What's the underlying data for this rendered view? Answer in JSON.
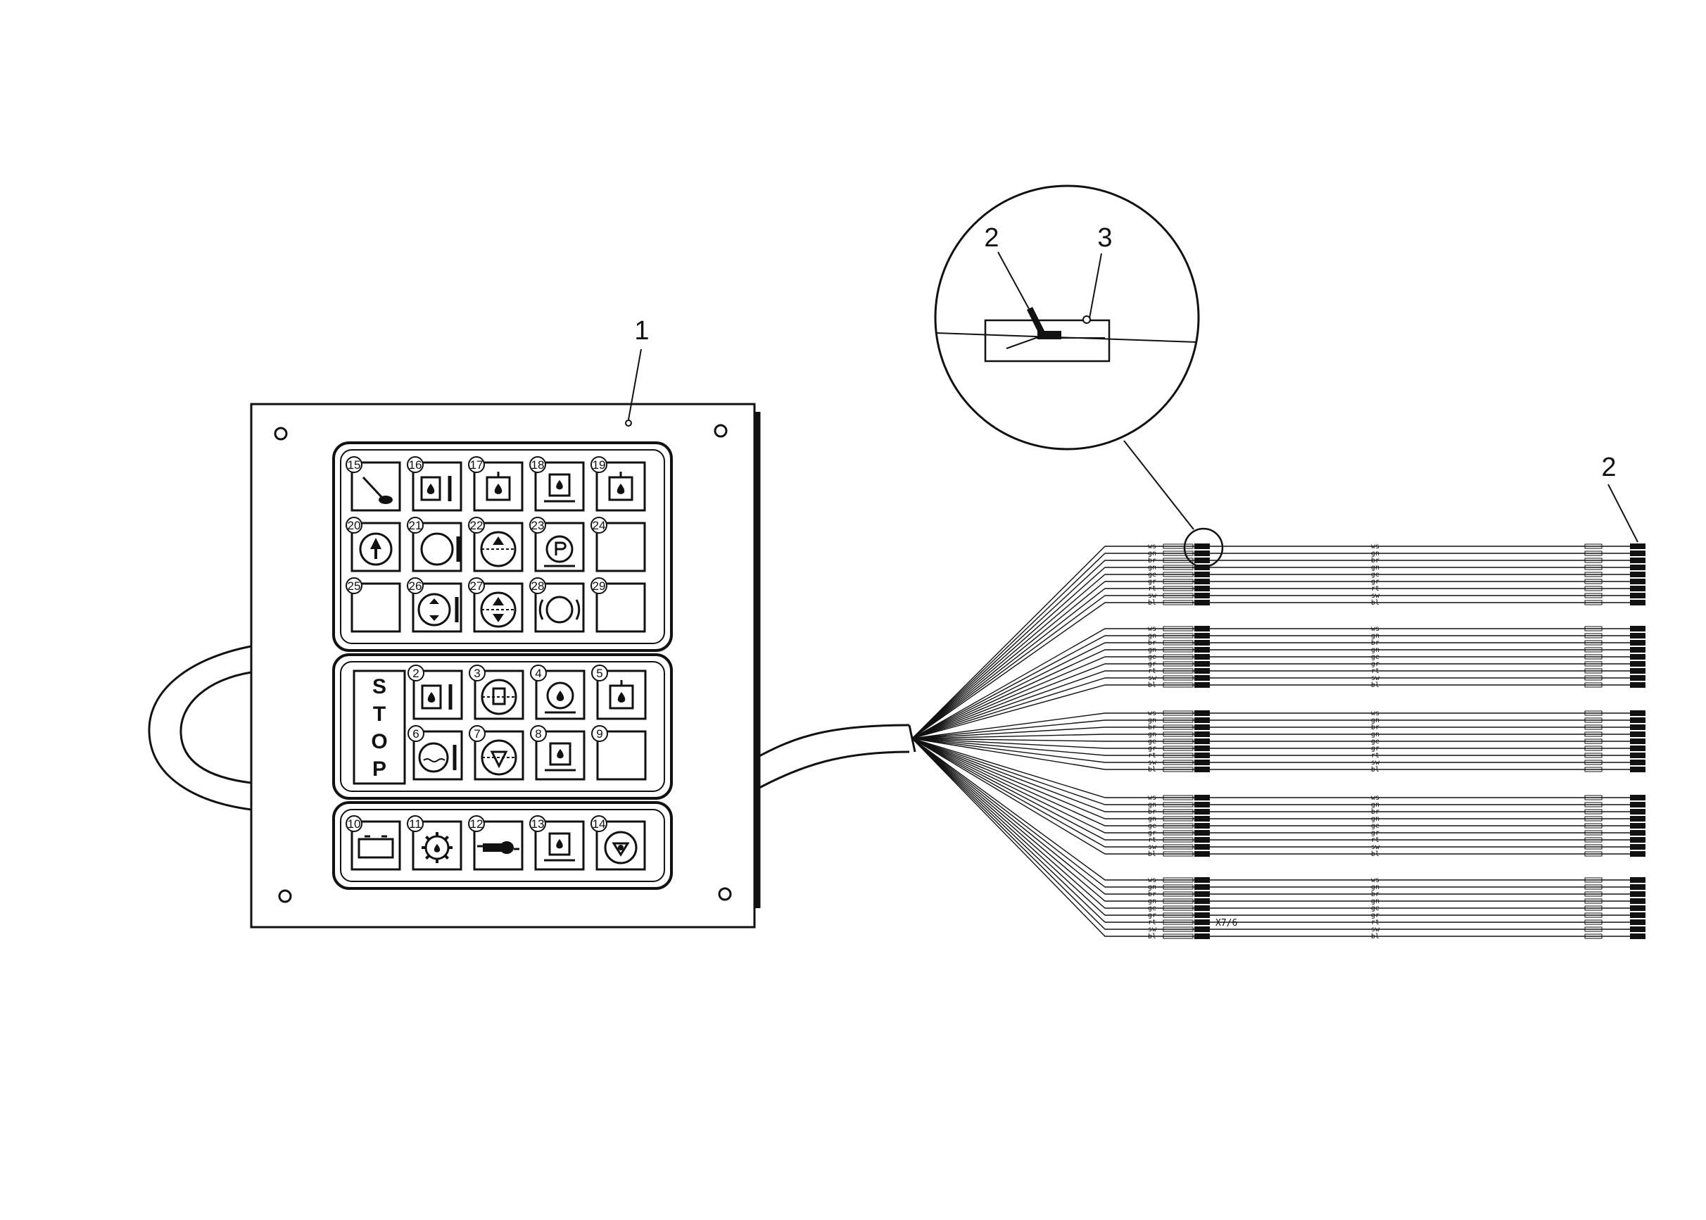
{
  "callouts": {
    "panel": "1",
    "detail_connector": "2",
    "detail_latch": "3",
    "plug_row": "2"
  },
  "panel_groups": {
    "upper": {
      "tiles": [
        {
          "num": "15",
          "icon": "lever-icon"
        },
        {
          "num": "16",
          "icon": "oil-temp-icon"
        },
        {
          "num": "17",
          "icon": "oil-filter-icon"
        },
        {
          "num": "18",
          "icon": "oil-level-icon"
        },
        {
          "num": "19",
          "icon": "oil-tank-icon"
        },
        {
          "num": "20",
          "icon": "arrow-up-gauge-icon"
        },
        {
          "num": "21",
          "icon": "circle-gauge-icon"
        },
        {
          "num": "22",
          "icon": "up-dashed-gauge-icon"
        },
        {
          "num": "23",
          "icon": "parking-brake-icon"
        },
        {
          "num": "24",
          "icon": ""
        },
        {
          "num": "25",
          "icon": ""
        },
        {
          "num": "26",
          "icon": "up-down-temp-icon"
        },
        {
          "num": "27",
          "icon": "up-down-gauge-icon"
        },
        {
          "num": "28",
          "icon": "brake-circle-icon"
        },
        {
          "num": "29",
          "icon": ""
        }
      ]
    },
    "middle": {
      "stop_letters": [
        "S",
        "T",
        "O",
        "P"
      ],
      "tiles": [
        {
          "num": "2",
          "icon": "engine-oil-temp-icon"
        },
        {
          "num": "3",
          "icon": "fuel-gauge-icon"
        },
        {
          "num": "4",
          "icon": "engine-oil-pressure-icon"
        },
        {
          "num": "5",
          "icon": "engine-oil-icon"
        },
        {
          "num": "6",
          "icon": "coolant-temp-icon"
        },
        {
          "num": "7",
          "icon": "air-filter-icon"
        },
        {
          "num": "8",
          "icon": "coolant-level-icon"
        },
        {
          "num": "9",
          "icon": ""
        }
      ]
    },
    "lower": {
      "tiles": [
        {
          "num": "10",
          "icon": "battery-icon"
        },
        {
          "num": "11",
          "icon": "gear-oil-icon"
        },
        {
          "num": "12",
          "icon": "exhaust-icon"
        },
        {
          "num": "13",
          "icon": "fuel-icon"
        },
        {
          "num": "14",
          "icon": "hydraulic-filter-icon"
        }
      ]
    }
  },
  "harness": {
    "connector_label": "X7/6",
    "wire_colors": [
      "ws",
      "gn",
      "br",
      "gn",
      "ge",
      "gr",
      "rt",
      "sw",
      "bl"
    ]
  }
}
